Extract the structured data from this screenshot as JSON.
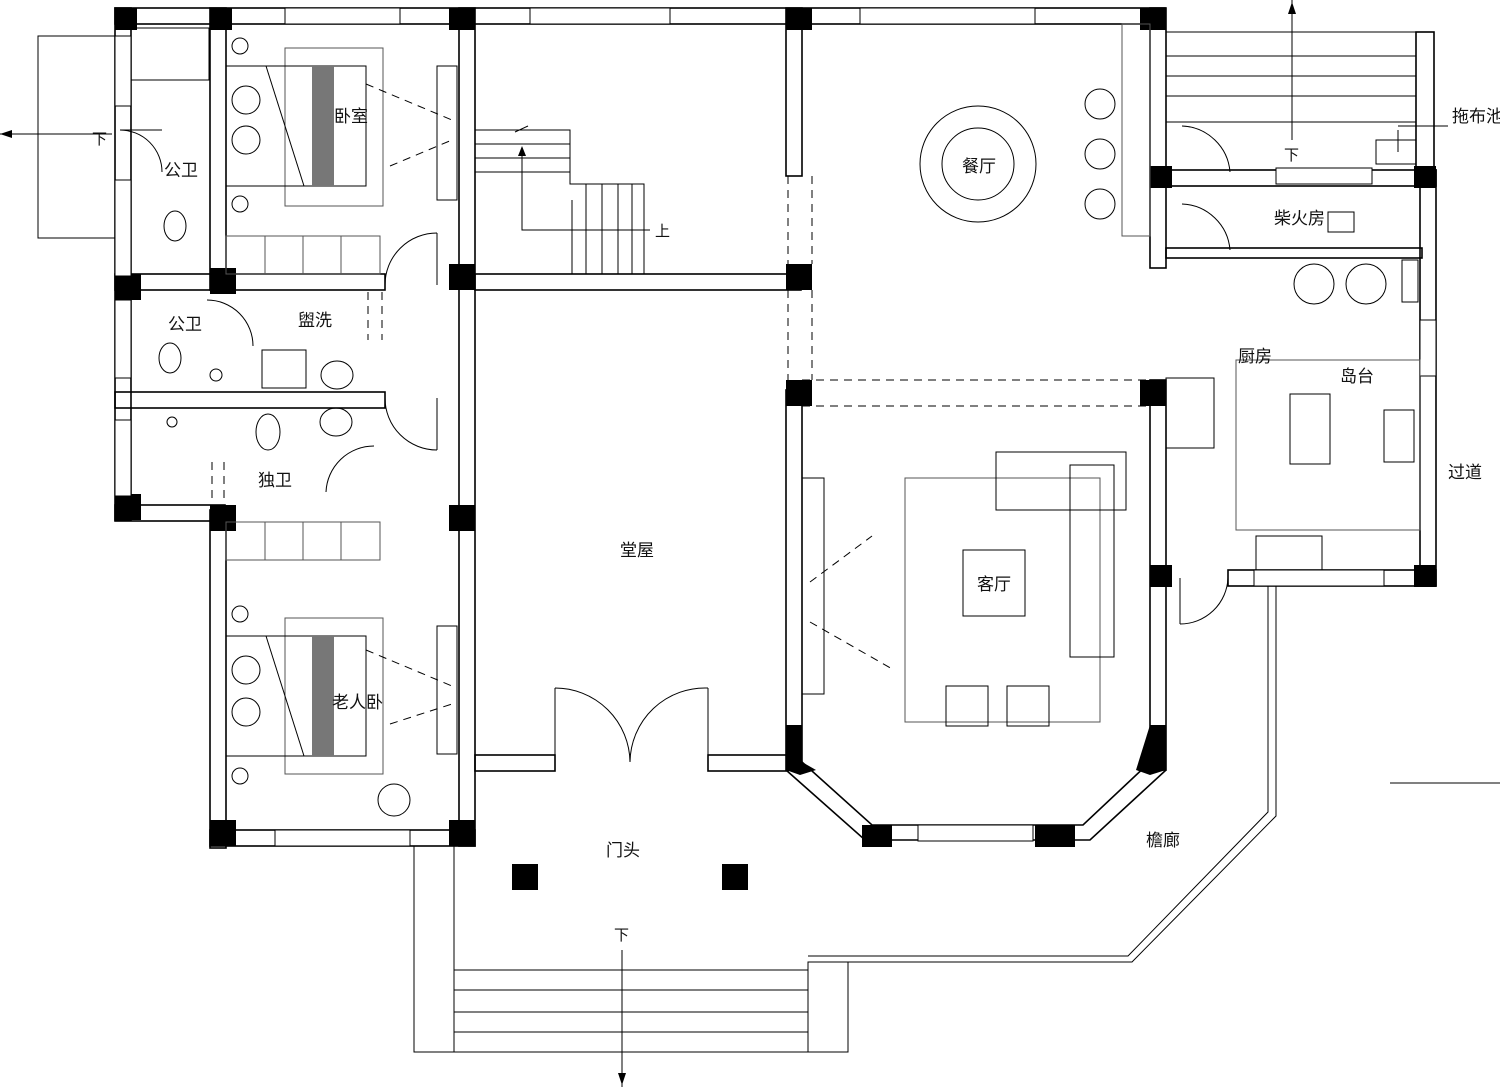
{
  "plan": {
    "rooms": {
      "master_bedroom": "卧室",
      "elder_bedroom": "老人卧",
      "dining": "餐厅",
      "living": "客厅",
      "main_hall": "堂屋",
      "kitchen": "厨房",
      "island": "岛台",
      "firewood_room": "柴火房",
      "mop_sink": "拖布池",
      "passage": "过道",
      "public_wc_top": "公卫",
      "public_wc_mid": "公卫",
      "wash_room": "盥洗",
      "private_wc": "独卫",
      "entrance": "门头",
      "veranda": "檐廊"
    },
    "stairs": {
      "up": "上",
      "down_left": "下",
      "down_right": "下",
      "down_front": "下"
    }
  }
}
